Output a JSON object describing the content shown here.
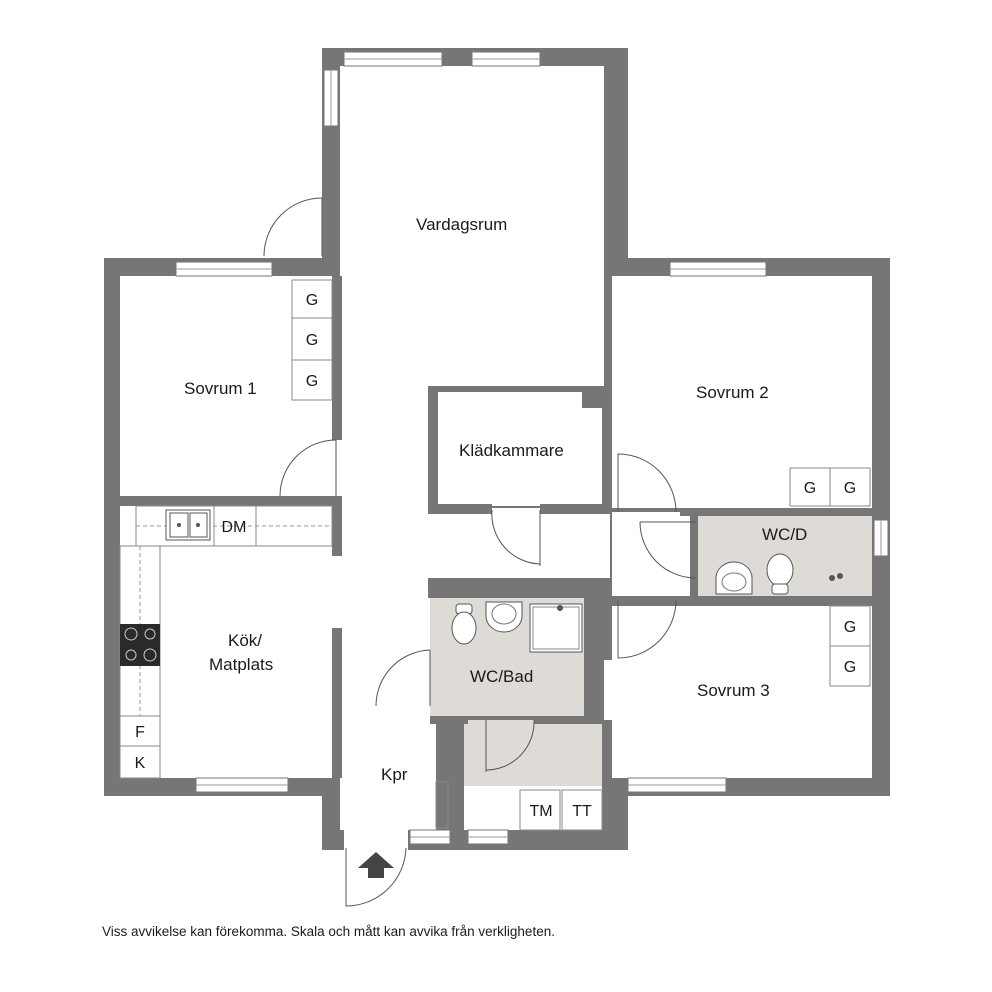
{
  "rooms": {
    "vardagsrum": "Vardagsrum",
    "sovrum1": "Sovrum 1",
    "sovrum2": "Sovrum 2",
    "sovrum3": "Sovrum 3",
    "kladkammare": "Klädkammare",
    "wcd": "WC/D",
    "wcbad": "WC/Bad",
    "kok_line1": "Kök/",
    "kok_line2": "Matplats",
    "kpr": "Kpr"
  },
  "fixtures": {
    "wardrobe": "G",
    "dishwasher": "DM",
    "fridge": "F",
    "freezer": "K",
    "washer": "TM",
    "dryer": "TT"
  },
  "disclaimer": "Viss avvikelse kan förekomma. Skala och mått kan avvika från verkligheten.",
  "colors": {
    "wall": "#767676",
    "wet_room_floor": "#dedbd7",
    "background": "#ffffff"
  }
}
